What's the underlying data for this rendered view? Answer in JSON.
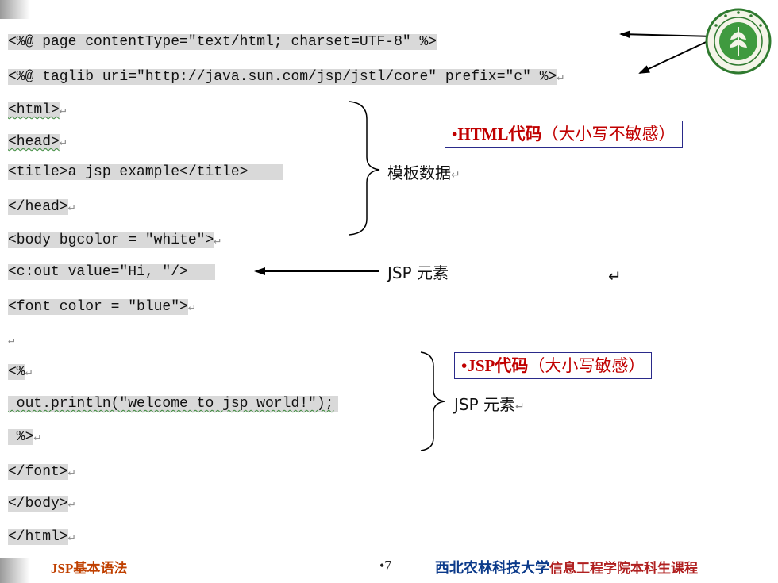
{
  "code_lines": [
    {
      "text": "<%@ page contentType=\"text/html; charset=UTF-8\" %>",
      "ret": ""
    },
    {
      "text": "<%@ taglib uri=\"http://java.sun.com/jsp/jstl/core\" prefix=\"c\" %>",
      "ret": "↵"
    },
    {
      "text": "<html>",
      "ret": "↵"
    },
    {
      "text": "<head>",
      "ret": "↵"
    },
    {
      "text": "<title>a jsp example</title>",
      "ret": ""
    },
    {
      "text": "</head>",
      "ret": "↵"
    },
    {
      "text": "<body bgcolor = \"white\">",
      "ret": "↵"
    },
    {
      "text": "<c:out value=\"Hi, \"/>",
      "ret": ""
    },
    {
      "text": "<font color = \"blue\">",
      "ret": "↵"
    },
    {
      "text": "",
      "ret": "↵"
    },
    {
      "text": "<%",
      "ret": "↵"
    },
    {
      "text": " out.println(\"welcome to jsp world!\");",
      "ret": ""
    },
    {
      "text": " %>",
      "ret": "↵"
    },
    {
      "text": "</font>",
      "ret": "↵"
    },
    {
      "text": "</body>",
      "ret": "↵"
    },
    {
      "text": "</html>",
      "ret": "↵"
    }
  ],
  "labels": {
    "template_data": "模板数据",
    "template_ret": "↵",
    "jsp_element_1": "JSP 元素",
    "jsp_element_2": "JSP 元素",
    "jsp_element_2_ret": "↵",
    "stray_ret": "↵"
  },
  "notes": {
    "html_note_lead": "•HTML代码",
    "html_note_sub": "（大小写不敏感）",
    "jsp_note_lead": "•JSP代码",
    "jsp_note_sub": "（大小写敏感）"
  },
  "footer": {
    "left_title": "JSP基本语法",
    "page_number": "•7",
    "university": "西北农林科技大学",
    "course": "信息工程学院本科生课程"
  },
  "colors": {
    "code_highlight": "#d9d9d9",
    "note_red": "#c00000",
    "footer_left": "#c04000",
    "university_blue": "#0b3a8a",
    "logo_green": "#2f7a2f"
  },
  "icons": {
    "logo": "university-seal-icon"
  }
}
